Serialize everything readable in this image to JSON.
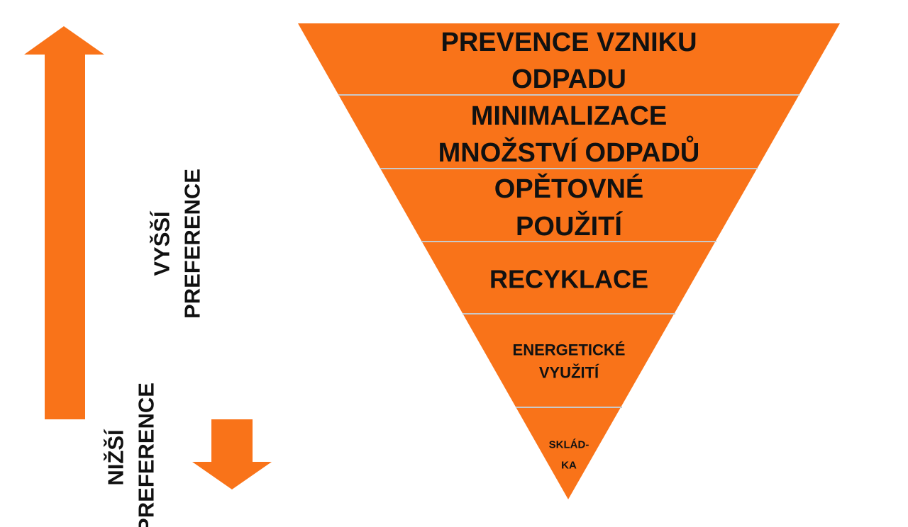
{
  "colors": {
    "fill": "#F97319",
    "divider": "#C9C9C9",
    "text": "#111111",
    "background": "#FFFFFF"
  },
  "arrows": {
    "up": {
      "icon": "up-arrow-icon"
    },
    "down": {
      "icon": "down-arrow-icon"
    }
  },
  "side_labels": {
    "higher": {
      "line1": "VYŠŠÍ",
      "line2": "PREFERENCE"
    },
    "lower": {
      "line1": "NIŽŠÍ",
      "line2": "PREFERENCE"
    }
  },
  "pyramid": {
    "levels": [
      {
        "line1": "PREVENCE VZNIKU",
        "line2": "ODPADU"
      },
      {
        "line1": "MINIMALIZACE",
        "line2": "MNOŽSTVÍ ODPADŮ"
      },
      {
        "line1": "OPĚTOVNÉ",
        "line2": "POUŽITÍ"
      },
      {
        "line1": "RECYKLACE"
      },
      {
        "line1": "ENERGETICKÉ",
        "line2": "VYUŽITÍ"
      },
      {
        "line1": "SKLÁD-",
        "line2": "KA"
      }
    ]
  }
}
